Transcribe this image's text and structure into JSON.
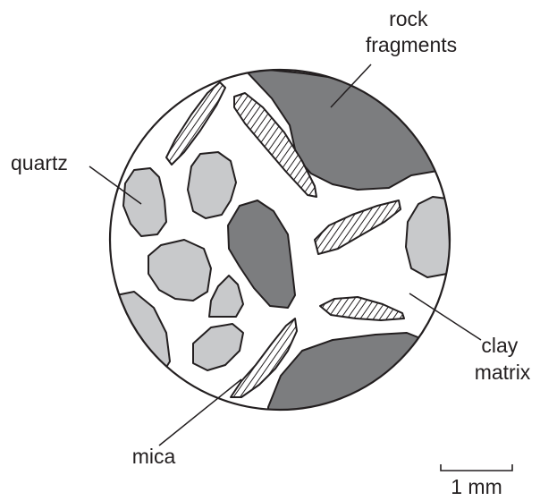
{
  "labels": {
    "rock_line1": "rock",
    "rock_line2": "fragments",
    "quartz": "quartz",
    "clay_line1": "clay",
    "clay_line2": "matrix",
    "mica": "mica",
    "scale": "1 mm"
  },
  "colors": {
    "quartz": "#c8c9cb",
    "rock_fragment": "#7c7d7f",
    "clay_matrix": "#ffffff",
    "mica_fill": "#ffffff",
    "outline": "#231f20"
  }
}
